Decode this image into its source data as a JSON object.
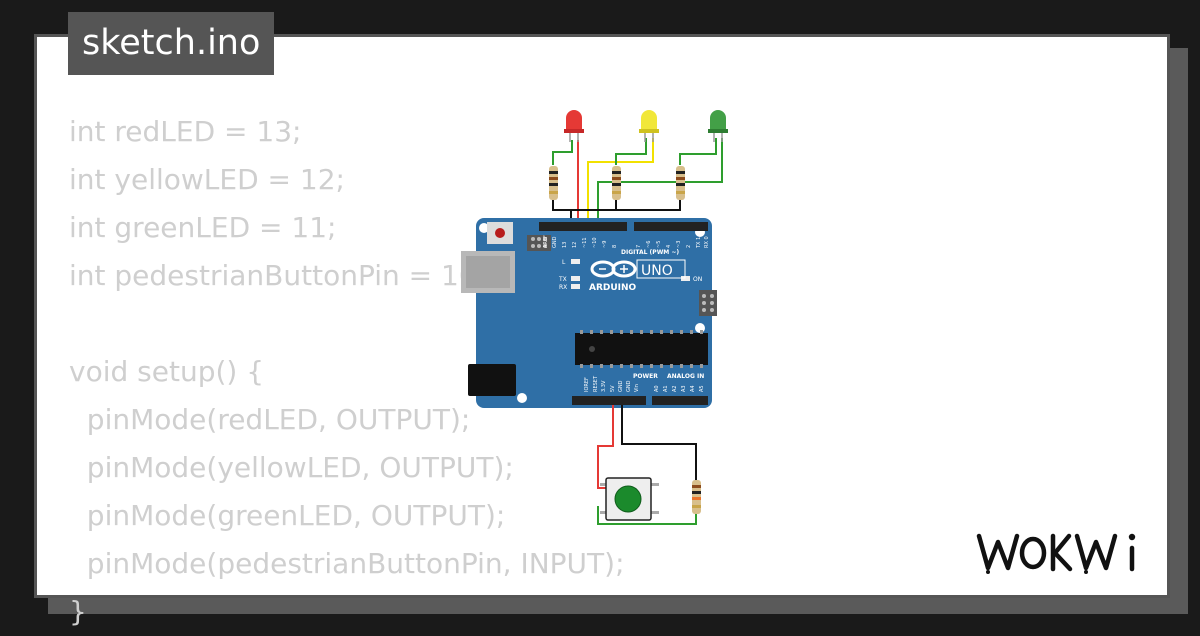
{
  "tab": {
    "filename": "sketch.ino"
  },
  "code_lines": [
    "int redLED = 13;",
    "int yellowLED = 12;",
    "int greenLED = 11;",
    "int pedestrianButtonPin = 10;",
    "",
    "void setup() {",
    "  pinMode(redLED, OUTPUT);",
    "  pinMode(yellowLED, OUTPUT);",
    "  pinMode(greenLED, OUTPUT);",
    "  pinMode(pedestrianButtonPin, INPUT);",
    "}"
  ],
  "board": {
    "brand": "ARDUINO",
    "model": "UNO",
    "digital_header": "DIGITAL (PWM ~)",
    "power_header": "POWER",
    "analog_header": "ANALOG IN",
    "on_label": "ON",
    "l_label": "L",
    "tx_label": "TX",
    "rx_label": "RX"
  },
  "leds": [
    {
      "color": "red",
      "hex": "#e53935"
    },
    {
      "color": "yellow",
      "hex": "#f1e739"
    },
    {
      "color": "green",
      "hex": "#43a047"
    }
  ],
  "wire_colors": {
    "red": "#e53935",
    "yellow": "#f2e100",
    "green": "#2e9e2e",
    "black": "#111111"
  },
  "logo": {
    "text": "WOKWi"
  }
}
